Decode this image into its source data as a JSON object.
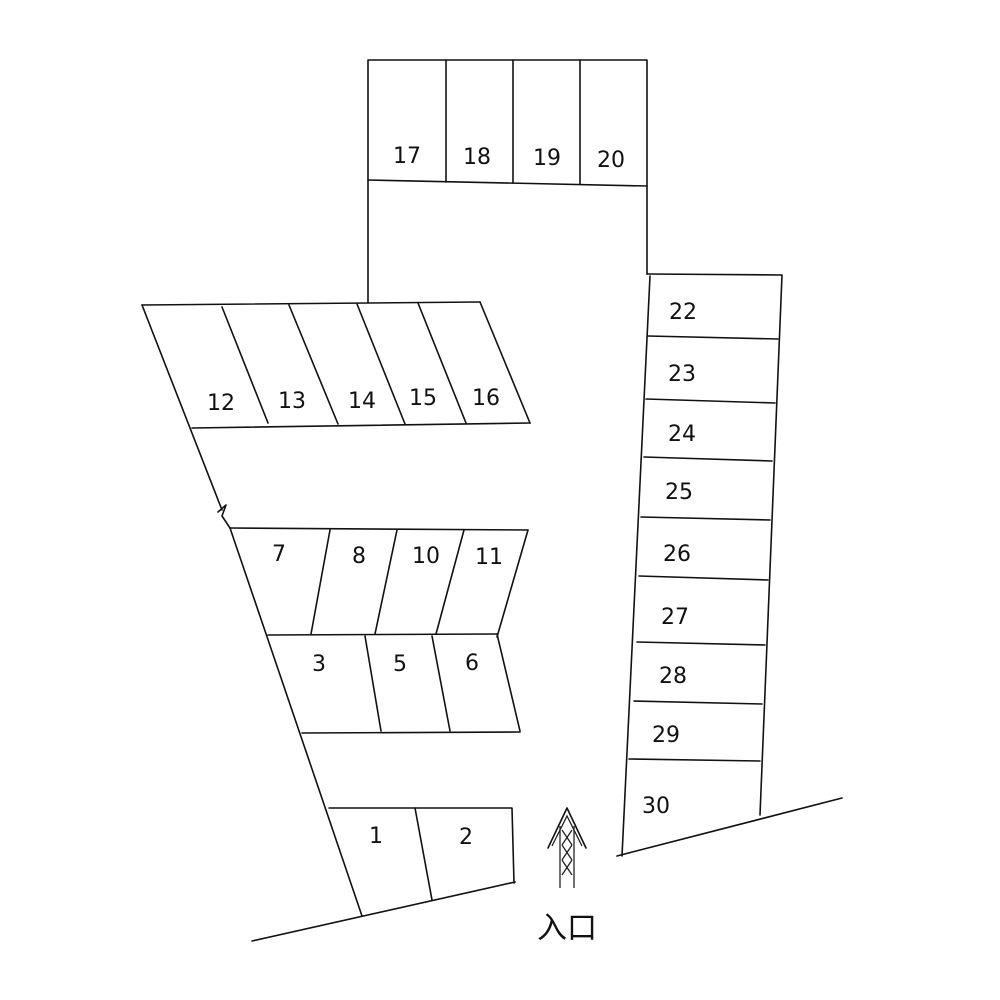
{
  "spaces": [
    {
      "id": "1",
      "label": "1"
    },
    {
      "id": "2",
      "label": "2"
    },
    {
      "id": "3",
      "label": "3"
    },
    {
      "id": "5",
      "label": "5"
    },
    {
      "id": "6",
      "label": "6"
    },
    {
      "id": "7",
      "label": "7"
    },
    {
      "id": "8",
      "label": "8"
    },
    {
      "id": "10",
      "label": "10"
    },
    {
      "id": "11",
      "label": "11"
    },
    {
      "id": "12",
      "label": "12"
    },
    {
      "id": "13",
      "label": "13"
    },
    {
      "id": "14",
      "label": "14"
    },
    {
      "id": "15",
      "label": "15"
    },
    {
      "id": "16",
      "label": "16"
    },
    {
      "id": "17",
      "label": "17"
    },
    {
      "id": "18",
      "label": "18"
    },
    {
      "id": "19",
      "label": "19"
    },
    {
      "id": "20",
      "label": "20"
    },
    {
      "id": "22",
      "label": "22"
    },
    {
      "id": "23",
      "label": "23"
    },
    {
      "id": "24",
      "label": "24"
    },
    {
      "id": "25",
      "label": "25"
    },
    {
      "id": "26",
      "label": "26"
    },
    {
      "id": "27",
      "label": "27"
    },
    {
      "id": "28",
      "label": "28"
    },
    {
      "id": "29",
      "label": "29"
    },
    {
      "id": "30",
      "label": "30"
    }
  ],
  "entrance": {
    "label": "入口",
    "arrow_icon": "up-arrow-icon"
  }
}
